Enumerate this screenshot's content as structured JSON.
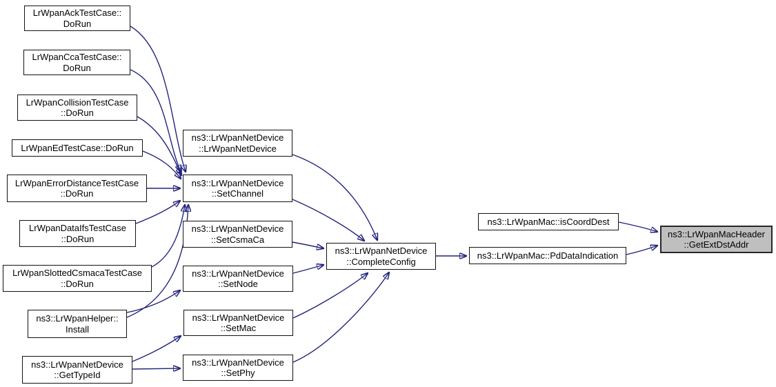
{
  "diagram": {
    "type": "doxygen-caller-graph",
    "target_function": "ns3::LrWpanMacHeader::GetExtDstAddr",
    "colors": {
      "background": "#ffffff",
      "edge": "#22227e",
      "node_fill": "#ffffff",
      "node_border": "#111111",
      "highlight_fill": "#bfbfbf"
    }
  },
  "nodes": {
    "ack": {
      "line1": "LrWpanAckTestCase::",
      "line2": "DoRun"
    },
    "cca": {
      "line1": "LrWpanCcaTestCase::",
      "line2": "DoRun"
    },
    "collision": {
      "line1": "LrWpanCollisionTestCase",
      "line2": "::DoRun"
    },
    "ed": {
      "line1": "LrWpanEdTestCase::DoRun"
    },
    "errordistance": {
      "line1": "LrWpanErrorDistanceTestCase",
      "line2": "::DoRun"
    },
    "dataifs": {
      "line1": "LrWpanDataIfsTestCase",
      "line2": "::DoRun"
    },
    "slottedcsmaca": {
      "line1": "LrWpanSlottedCsmacaTestCase",
      "line2": "::DoRun"
    },
    "install": {
      "line1": "ns3::LrWpanHelper::",
      "line2": "Install"
    },
    "gettypeid": {
      "line1": "ns3::LrWpanNetDevice",
      "line2": "::GetTypeId"
    },
    "ctor": {
      "line1": "ns3::LrWpanNetDevice",
      "line2": "::LrWpanNetDevice"
    },
    "setchannel": {
      "line1": "ns3::LrWpanNetDevice",
      "line2": "::SetChannel"
    },
    "setcsmaca": {
      "line1": "ns3::LrWpanNetDevice",
      "line2": "::SetCsmaCa"
    },
    "setnode": {
      "line1": "ns3::LrWpanNetDevice",
      "line2": "::SetNode"
    },
    "setmac": {
      "line1": "ns3::LrWpanNetDevice",
      "line2": "::SetMac"
    },
    "setphy": {
      "line1": "ns3::LrWpanNetDevice",
      "line2": "::SetPhy"
    },
    "completeconfig": {
      "line1": "ns3::LrWpanNetDevice",
      "line2": "::CompleteConfig"
    },
    "iscoorddest": {
      "line1": "ns3::LrWpanMac::isCoordDest"
    },
    "pddataindication": {
      "line1": "ns3::LrWpanMac::PdDataIndication"
    },
    "getextdstaddr": {
      "line1": "ns3::LrWpanMacHeader",
      "line2": "::GetExtDstAddr"
    }
  },
  "edges": [
    {
      "from": "ack",
      "to": "setchannel"
    },
    {
      "from": "cca",
      "to": "setchannel"
    },
    {
      "from": "collision",
      "to": "setchannel"
    },
    {
      "from": "ed",
      "to": "setchannel"
    },
    {
      "from": "errordistance",
      "to": "setchannel"
    },
    {
      "from": "dataifs",
      "to": "setchannel"
    },
    {
      "from": "slottedcsmaca",
      "to": "setchannel"
    },
    {
      "from": "install",
      "to": "setchannel"
    },
    {
      "from": "install",
      "to": "setnode"
    },
    {
      "from": "gettypeid",
      "to": "setmac"
    },
    {
      "from": "gettypeid",
      "to": "setphy"
    },
    {
      "from": "ctor",
      "to": "completeconfig"
    },
    {
      "from": "setchannel",
      "to": "completeconfig"
    },
    {
      "from": "setcsmaca",
      "to": "completeconfig"
    },
    {
      "from": "setnode",
      "to": "completeconfig"
    },
    {
      "from": "setmac",
      "to": "completeconfig"
    },
    {
      "from": "setphy",
      "to": "completeconfig"
    },
    {
      "from": "completeconfig",
      "to": "pddataindication"
    },
    {
      "from": "iscoorddest",
      "to": "getextdstaddr"
    },
    {
      "from": "pddataindication",
      "to": "getextdstaddr"
    }
  ]
}
